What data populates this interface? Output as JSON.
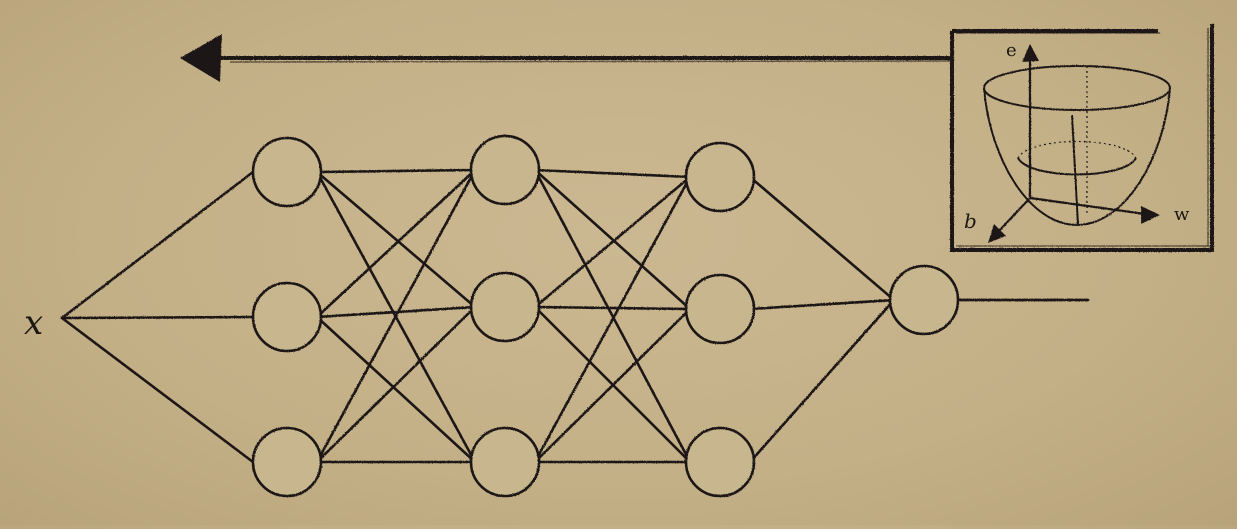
{
  "labels": {
    "input": "x",
    "axis_e": "e",
    "axis_b": "b",
    "axis_w": "w"
  },
  "network": {
    "layers": [
      3,
      3,
      3,
      1
    ],
    "input_node_count": 1,
    "output_lines": 1
  },
  "colors": {
    "background": "#c6b38a",
    "ink": "#1c1913"
  }
}
